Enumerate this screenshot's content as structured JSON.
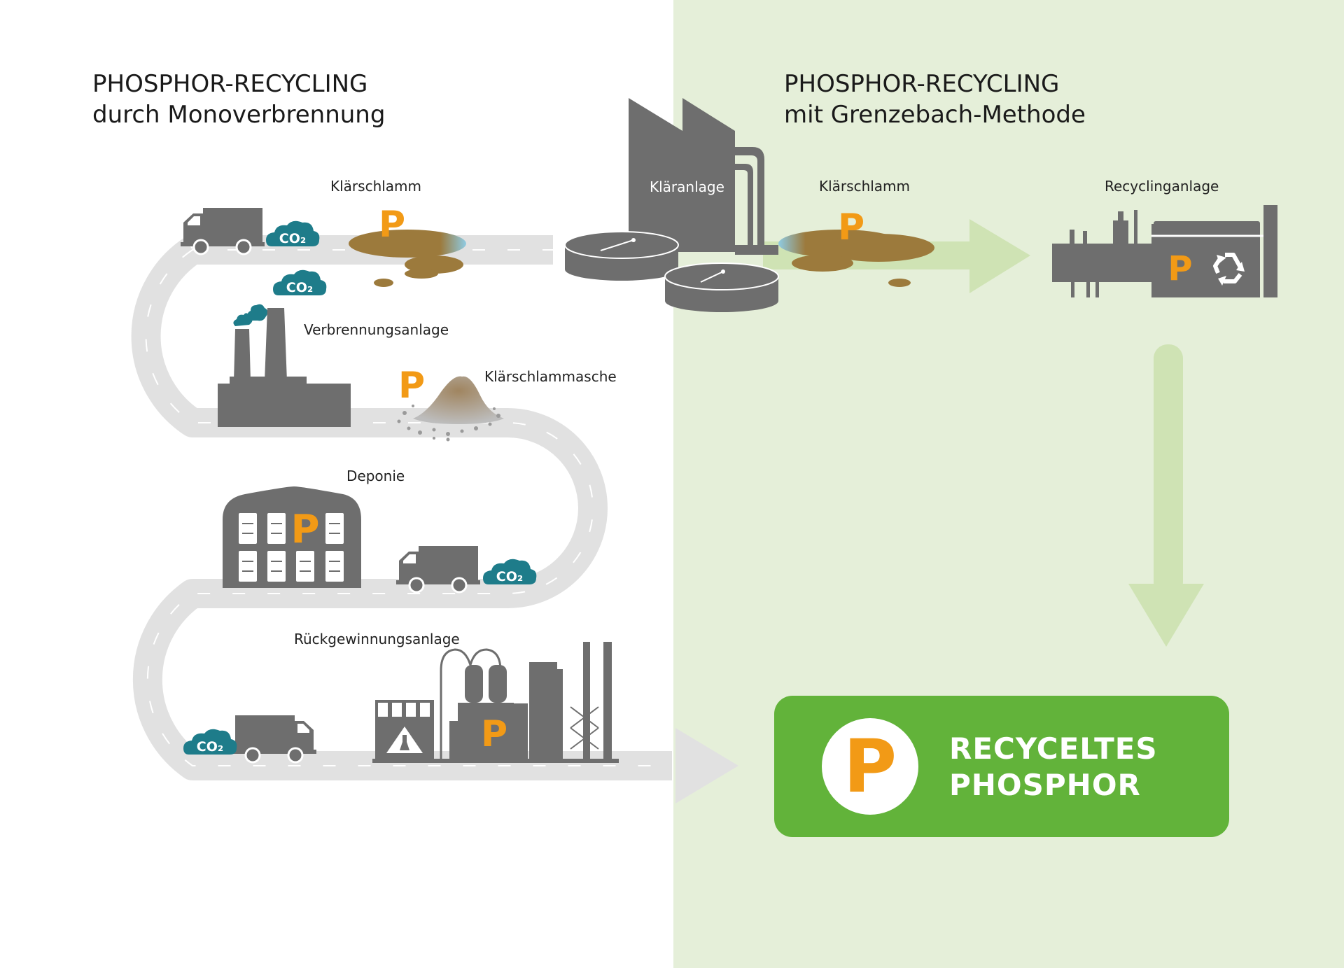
{
  "colors": {
    "right_panel": "#e5efd9",
    "road": "#e1e1e1",
    "machine_gray": "#6e6e6e",
    "phosphor_orange": "#f29a16",
    "sludge_brown": "#9c7a3c",
    "co2_teal": "#1e7c8a",
    "result_green": "#62b33a",
    "arrow_light_green": "#cfe3b4"
  },
  "left": {
    "title_line1": "PHOSPHOR-RECYCLING",
    "title_line2": "durch Monoverbrennung"
  },
  "right": {
    "title_line1": "PHOSPHOR-RECYCLING",
    "title_line2": "mit Grenzebach-Methode"
  },
  "labels": {
    "klaerschlamm_left": "Klärschlamm",
    "klaeranlage": "Kläranlage",
    "klaerschlamm_right": "Klärschlamm",
    "recyclinganlage": "Recyclinganlage",
    "verbrennungsanlage": "Verbrennungsanlage",
    "klaerschlammasche": "Klärschlammasche",
    "deponie": "Deponie",
    "rueckgewinnungsanlage": "Rückgewinnungsanlage"
  },
  "co2_label": "CO₂",
  "phosphor_symbol": "P",
  "icons": {
    "truck": "truck-icon",
    "co2_cloud": "co2-cloud-icon",
    "factory": "factory-icon",
    "recycle": "recycle-icon",
    "hazard": "hazard-flask-icon"
  },
  "result": {
    "symbol": "P",
    "line1": "RECYCELTES",
    "line2": "PHOSPHOR"
  }
}
